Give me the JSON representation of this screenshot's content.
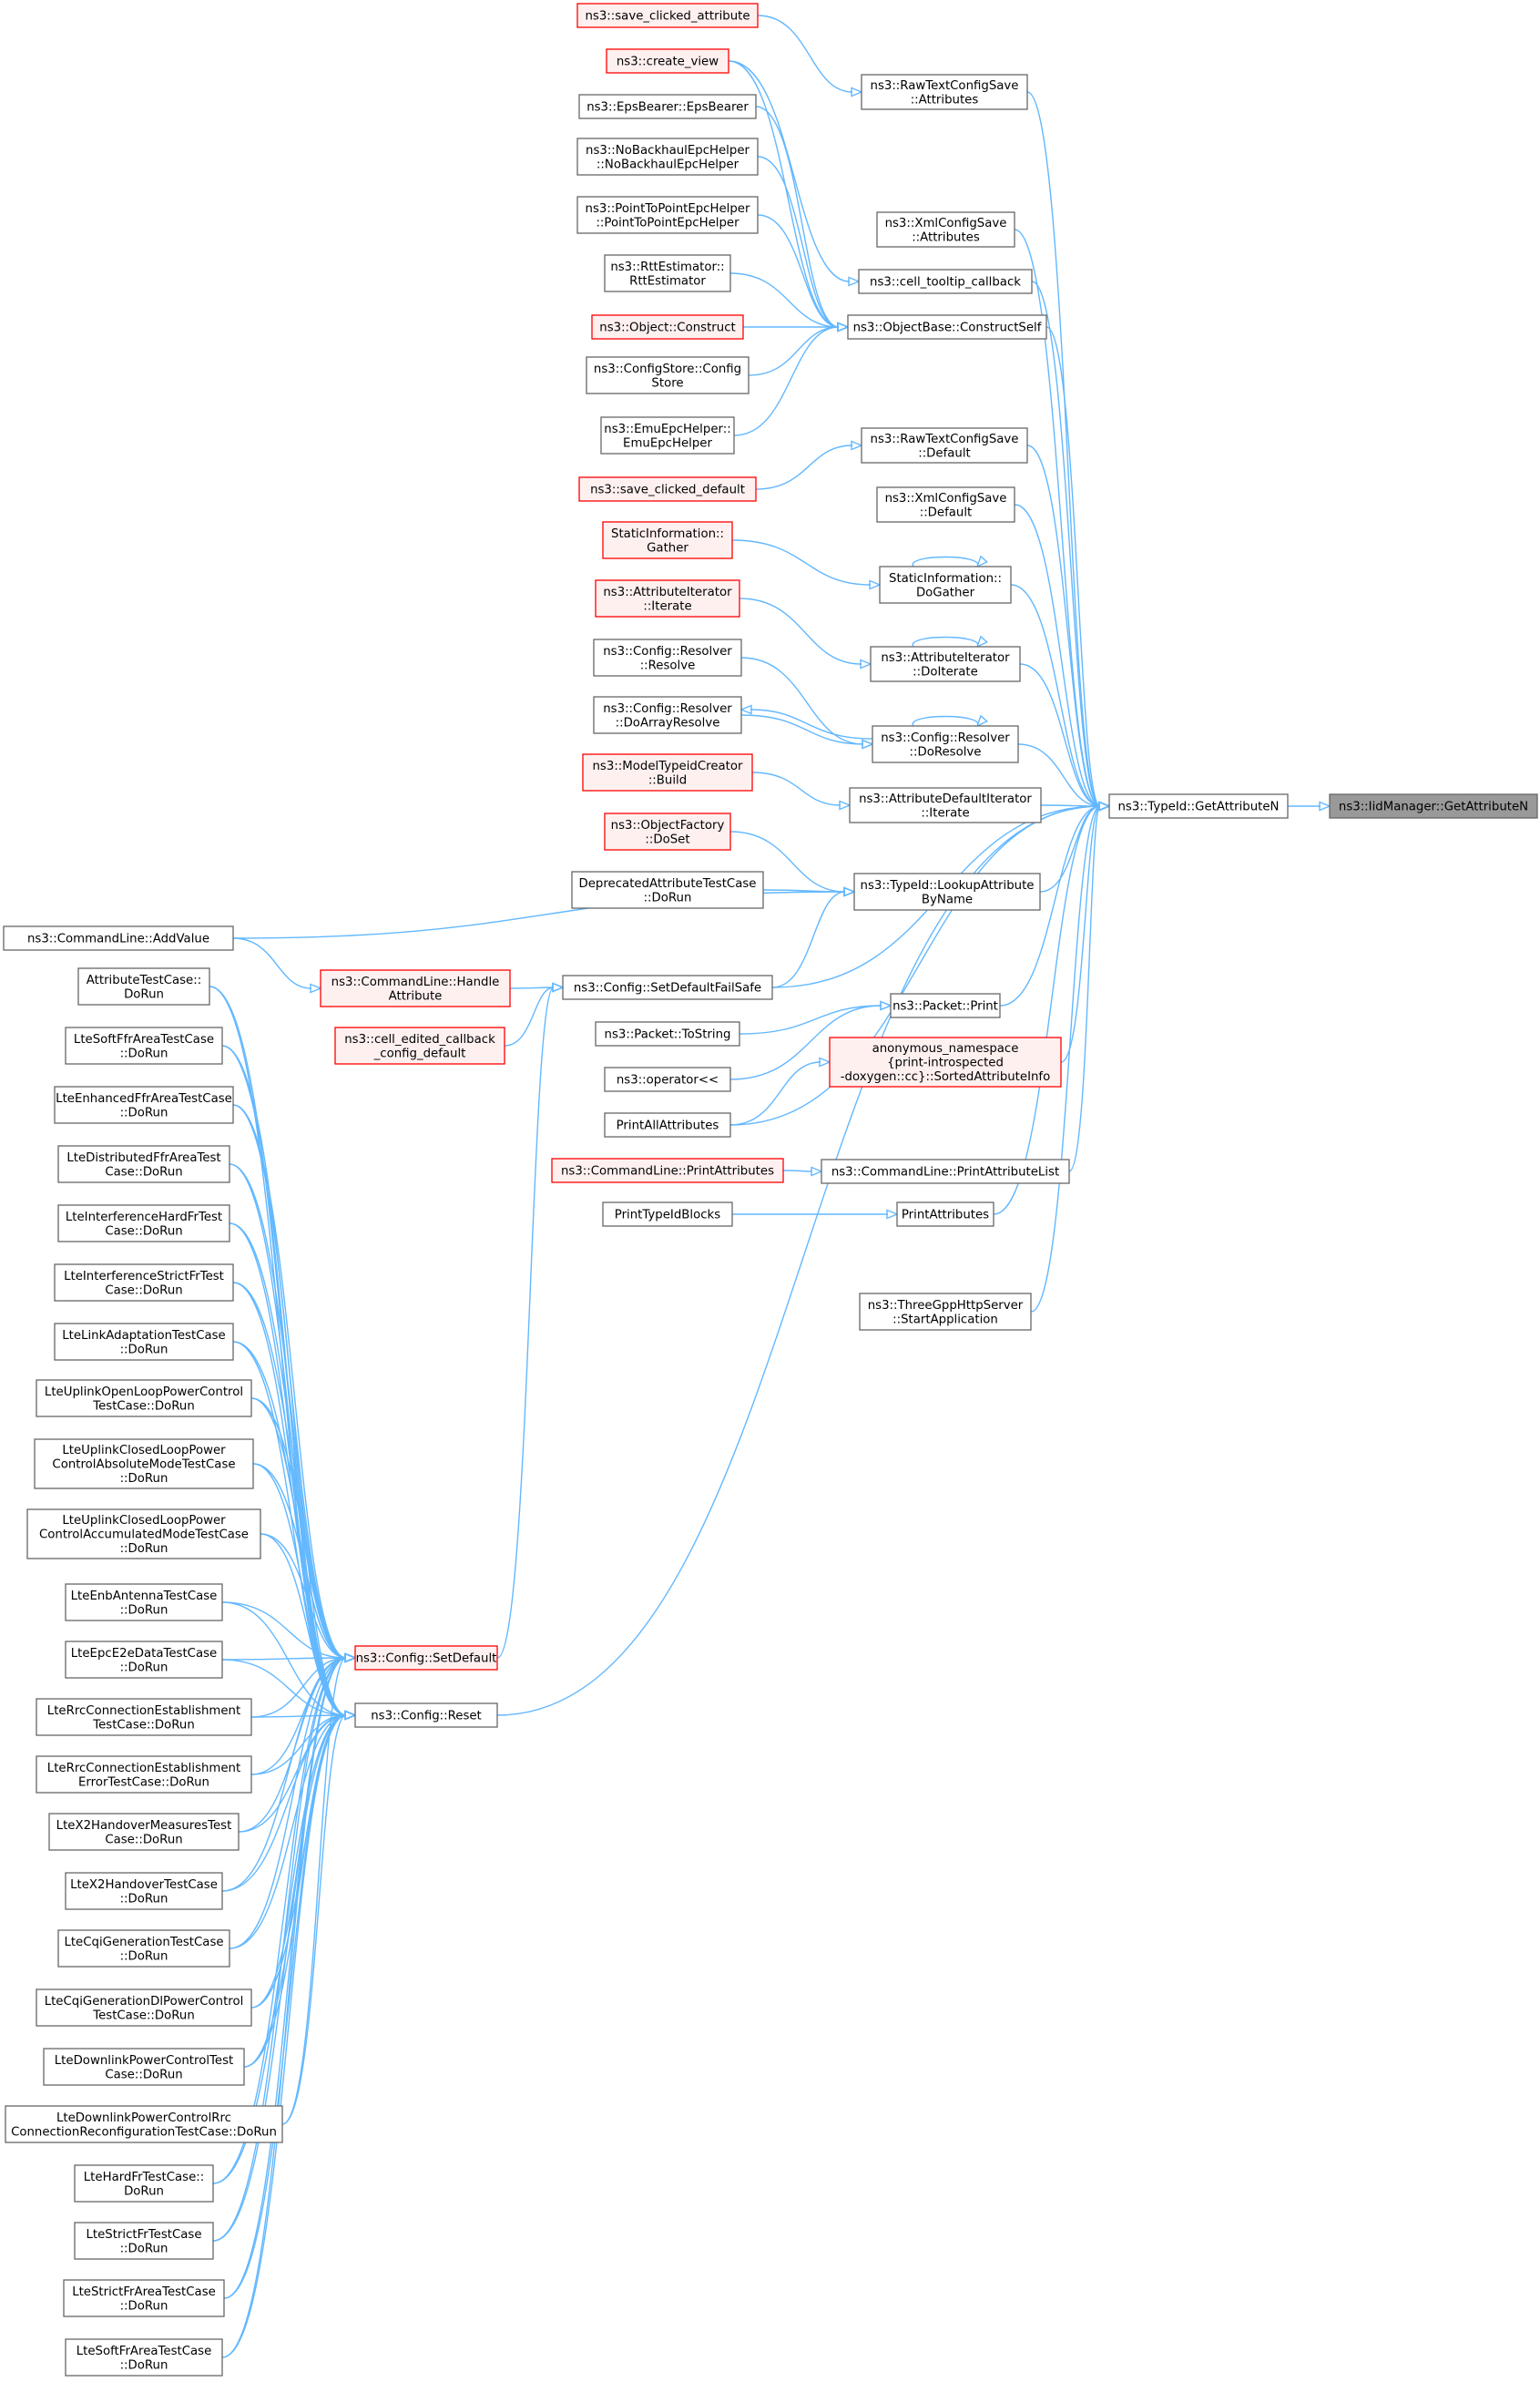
{
  "colors": {
    "edge": "#63b8ff",
    "normal_fill": "#ffffff",
    "normal_border": "#666666",
    "truncated_fill": "#fff0f0",
    "truncated_border": "#ff0000",
    "root_fill": "#999999"
  },
  "nodes": [
    {
      "id": "root",
      "lines": [
        "ns3::IidManager::GetAttributeN"
      ],
      "style": "root"
    },
    {
      "id": "getAttrN",
      "lines": [
        "ns3::TypeId::GetAttributeN"
      ],
      "style": "normal"
    },
    {
      "id": "rawAttr",
      "lines": [
        "ns3::RawTextConfigSave",
        "::Attributes"
      ],
      "style": "normal"
    },
    {
      "id": "xmlAttr",
      "lines": [
        "ns3::XmlConfigSave",
        "::Attributes"
      ],
      "style": "normal"
    },
    {
      "id": "cellTip",
      "lines": [
        "ns3::cell_tooltip_callback"
      ],
      "style": "normal"
    },
    {
      "id": "constructSelf",
      "lines": [
        "ns3::ObjectBase::ConstructSelf"
      ],
      "style": "normal"
    },
    {
      "id": "rawDef",
      "lines": [
        "ns3::RawTextConfigSave",
        "::Default"
      ],
      "style": "normal"
    },
    {
      "id": "xmlDef",
      "lines": [
        "ns3::XmlConfigSave",
        "::Default"
      ],
      "style": "normal"
    },
    {
      "id": "doGather",
      "lines": [
        "StaticInformation::",
        "DoGather"
      ],
      "style": "normal"
    },
    {
      "id": "doIterate",
      "lines": [
        "ns3::AttributeIterator",
        "::DoIterate"
      ],
      "style": "normal"
    },
    {
      "id": "doResolve",
      "lines": [
        "ns3::Config::Resolver",
        "::DoResolve"
      ],
      "style": "normal"
    },
    {
      "id": "adIterate",
      "lines": [
        "ns3::AttributeDefaultIterator",
        "::Iterate"
      ],
      "style": "normal"
    },
    {
      "id": "lookupAttr",
      "lines": [
        "ns3::TypeId::LookupAttribute",
        "ByName"
      ],
      "style": "normal"
    },
    {
      "id": "setDefFailSafe",
      "lines": [
        "ns3::Config::SetDefaultFailSafe"
      ],
      "style": "normal"
    },
    {
      "id": "packetPrint",
      "lines": [
        "ns3::Packet::Print"
      ],
      "style": "normal"
    },
    {
      "id": "sortedAttr",
      "lines": [
        "anonymous_namespace",
        "{print-introspected",
        "-doxygen::cc}::SortedAttributeInfo"
      ],
      "style": "red"
    },
    {
      "id": "printAttrList",
      "lines": [
        "ns3::CommandLine::PrintAttributeList"
      ],
      "style": "normal"
    },
    {
      "id": "printAttributes",
      "lines": [
        "PrintAttributes"
      ],
      "style": "normal"
    },
    {
      "id": "threeGpp",
      "lines": [
        "ns3::ThreeGppHttpServer",
        "::StartApplication"
      ],
      "style": "normal"
    },
    {
      "id": "saveClickedAttr",
      "lines": [
        "ns3::save_clicked_attribute"
      ],
      "style": "red"
    },
    {
      "id": "createView",
      "lines": [
        "ns3::create_view"
      ],
      "style": "red"
    },
    {
      "id": "epsBearer",
      "lines": [
        "ns3::EpsBearer::EpsBearer"
      ],
      "style": "normal"
    },
    {
      "id": "noBackhaul",
      "lines": [
        "ns3::NoBackhaulEpcHelper",
        "::NoBackhaulEpcHelper"
      ],
      "style": "normal"
    },
    {
      "id": "p2pEpc",
      "lines": [
        "ns3::PointToPointEpcHelper",
        "::PointToPointEpcHelper"
      ],
      "style": "normal"
    },
    {
      "id": "rttEst",
      "lines": [
        "ns3::RttEstimator::",
        "RttEstimator"
      ],
      "style": "normal"
    },
    {
      "id": "objConstruct",
      "lines": [
        "ns3::Object::Construct"
      ],
      "style": "red"
    },
    {
      "id": "configStore",
      "lines": [
        "ns3::ConfigStore::Config",
        "Store"
      ],
      "style": "normal"
    },
    {
      "id": "emuEpc",
      "lines": [
        "ns3::EmuEpcHelper::",
        "EmuEpcHelper"
      ],
      "style": "normal"
    },
    {
      "id": "saveClickedDef",
      "lines": [
        "ns3::save_clicked_default"
      ],
      "style": "red"
    },
    {
      "id": "gather",
      "lines": [
        "StaticInformation::",
        "Gather"
      ],
      "style": "red"
    },
    {
      "id": "attrIterate",
      "lines": [
        "ns3::AttributeIterator",
        "::Iterate"
      ],
      "style": "red"
    },
    {
      "id": "resolverResolve",
      "lines": [
        "ns3::Config::Resolver",
        "::Resolve"
      ],
      "style": "normal"
    },
    {
      "id": "doArrayResolve",
      "lines": [
        "ns3::Config::Resolver",
        "::DoArrayResolve"
      ],
      "style": "normal"
    },
    {
      "id": "modelTypeid",
      "lines": [
        "ns3::ModelTypeidCreator",
        "::Build"
      ],
      "style": "red"
    },
    {
      "id": "objFactory",
      "lines": [
        "ns3::ObjectFactory",
        "::DoSet"
      ],
      "style": "red"
    },
    {
      "id": "deprecatedTest",
      "lines": [
        "DeprecatedAttributeTestCase",
        "::DoRun"
      ],
      "style": "normal"
    },
    {
      "id": "cmdAddValue",
      "lines": [
        "ns3::CommandLine::AddValue"
      ],
      "style": "normal"
    },
    {
      "id": "cmdHandle",
      "lines": [
        "ns3::CommandLine::Handle",
        "Attribute"
      ],
      "style": "red"
    },
    {
      "id": "cellEdited",
      "lines": [
        "ns3::cell_edited_callback",
        "_config_default"
      ],
      "style": "red"
    },
    {
      "id": "packetToString",
      "lines": [
        "ns3::Packet::ToString"
      ],
      "style": "normal"
    },
    {
      "id": "operatorLL",
      "lines": [
        "ns3::operator<<"
      ],
      "style": "normal"
    },
    {
      "id": "printAllAttrs",
      "lines": [
        "PrintAllAttributes"
      ],
      "style": "normal"
    },
    {
      "id": "cmdPrintAttrs",
      "lines": [
        "ns3::CommandLine::PrintAttributes"
      ],
      "style": "red"
    },
    {
      "id": "printTypeId",
      "lines": [
        "PrintTypeIdBlocks"
      ],
      "style": "normal"
    },
    {
      "id": "setDefault",
      "lines": [
        "ns3::Config::SetDefault"
      ],
      "style": "red"
    },
    {
      "id": "configReset",
      "lines": [
        "ns3::Config::Reset"
      ],
      "style": "normal"
    },
    {
      "id": "t1",
      "lines": [
        "AttributeTestCase::",
        "DoRun"
      ],
      "style": "normal"
    },
    {
      "id": "t2",
      "lines": [
        "LteSoftFfrAreaTestCase",
        "::DoRun"
      ],
      "style": "normal"
    },
    {
      "id": "t3",
      "lines": [
        "LteEnhancedFfrAreaTestCase",
        "::DoRun"
      ],
      "style": "normal"
    },
    {
      "id": "t4",
      "lines": [
        "LteDistributedFfrAreaTest",
        "Case::DoRun"
      ],
      "style": "normal"
    },
    {
      "id": "t5",
      "lines": [
        "LteInterferenceHardFrTest",
        "Case::DoRun"
      ],
      "style": "normal"
    },
    {
      "id": "t6",
      "lines": [
        "LteInterferenceStrictFrTest",
        "Case::DoRun"
      ],
      "style": "normal"
    },
    {
      "id": "t7",
      "lines": [
        "LteLinkAdaptationTestCase",
        "::DoRun"
      ],
      "style": "normal"
    },
    {
      "id": "t8",
      "lines": [
        "LteUplinkOpenLoopPowerControl",
        "TestCase::DoRun"
      ],
      "style": "normal"
    },
    {
      "id": "t9",
      "lines": [
        "LteUplinkClosedLoopPower",
        "ControlAbsoluteModeTestCase",
        "::DoRun"
      ],
      "style": "normal"
    },
    {
      "id": "t10",
      "lines": [
        "LteUplinkClosedLoopPower",
        "ControlAccumulatedModeTestCase",
        "::DoRun"
      ],
      "style": "normal"
    },
    {
      "id": "t11",
      "lines": [
        "LteEnbAntennaTestCase",
        "::DoRun"
      ],
      "style": "normal"
    },
    {
      "id": "t12",
      "lines": [
        "LteEpcE2eDataTestCase",
        "::DoRun"
      ],
      "style": "normal"
    },
    {
      "id": "t13",
      "lines": [
        "LteRrcConnectionEstablishment",
        "TestCase::DoRun"
      ],
      "style": "normal"
    },
    {
      "id": "t14",
      "lines": [
        "LteRrcConnectionEstablishment",
        "ErrorTestCase::DoRun"
      ],
      "style": "normal"
    },
    {
      "id": "t15",
      "lines": [
        "LteX2HandoverMeasuresTest",
        "Case::DoRun"
      ],
      "style": "normal"
    },
    {
      "id": "t16",
      "lines": [
        "LteX2HandoverTestCase",
        "::DoRun"
      ],
      "style": "normal"
    },
    {
      "id": "t17",
      "lines": [
        "LteCqiGenerationTestCase",
        "::DoRun"
      ],
      "style": "normal"
    },
    {
      "id": "t18",
      "lines": [
        "LteCqiGenerationDlPowerControl",
        "TestCase::DoRun"
      ],
      "style": "normal"
    },
    {
      "id": "t19",
      "lines": [
        "LteDownlinkPowerControlTest",
        "Case::DoRun"
      ],
      "style": "normal"
    },
    {
      "id": "t20",
      "lines": [
        "LteDownlinkPowerControlRrc",
        "ConnectionReconfigurationTestCase::DoRun"
      ],
      "style": "normal"
    },
    {
      "id": "t21",
      "lines": [
        "LteHardFrTestCase::",
        "DoRun"
      ],
      "style": "normal"
    },
    {
      "id": "t22",
      "lines": [
        "LteStrictFrTestCase",
        "::DoRun"
      ],
      "style": "normal"
    },
    {
      "id": "t23",
      "lines": [
        "LteStrictFrAreaTestCase",
        "::DoRun"
      ],
      "style": "normal"
    },
    {
      "id": "t24",
      "lines": [
        "LteSoftFrAreaTestCase",
        "::DoRun"
      ],
      "style": "normal"
    }
  ],
  "edges": [
    [
      "getAttrN",
      "root"
    ],
    [
      "rawAttr",
      "getAttrN"
    ],
    [
      "xmlAttr",
      "getAttrN"
    ],
    [
      "cellTip",
      "getAttrN"
    ],
    [
      "constructSelf",
      "getAttrN"
    ],
    [
      "rawDef",
      "getAttrN"
    ],
    [
      "xmlDef",
      "getAttrN"
    ],
    [
      "doGather",
      "getAttrN"
    ],
    [
      "doIterate",
      "getAttrN"
    ],
    [
      "doResolve",
      "getAttrN"
    ],
    [
      "adIterate",
      "getAttrN"
    ],
    [
      "lookupAttr",
      "getAttrN"
    ],
    [
      "setDefFailSafe",
      "getAttrN"
    ],
    [
      "packetPrint",
      "getAttrN"
    ],
    [
      "sortedAttr",
      "getAttrN"
    ],
    [
      "printAllAttrs",
      "getAttrN"
    ],
    [
      "printAttrList",
      "getAttrN"
    ],
    [
      "printAttributes",
      "getAttrN"
    ],
    [
      "threeGpp",
      "getAttrN"
    ],
    [
      "configReset",
      "getAttrN"
    ],
    [
      "saveClickedAttr",
      "rawAttr"
    ],
    [
      "createView",
      "cellTip"
    ],
    [
      "createView",
      "constructSelf"
    ],
    [
      "epsBearer",
      "constructSelf"
    ],
    [
      "noBackhaul",
      "constructSelf"
    ],
    [
      "p2pEpc",
      "constructSelf"
    ],
    [
      "rttEst",
      "constructSelf"
    ],
    [
      "objConstruct",
      "constructSelf"
    ],
    [
      "configStore",
      "constructSelf"
    ],
    [
      "emuEpc",
      "constructSelf"
    ],
    [
      "saveClickedDef",
      "rawDef"
    ],
    [
      "gather",
      "doGather"
    ],
    [
      "doGather",
      "doGather"
    ],
    [
      "attrIterate",
      "doIterate"
    ],
    [
      "doIterate",
      "doIterate"
    ],
    [
      "resolverResolve",
      "doResolve"
    ],
    [
      "doArrayResolve",
      "doResolve"
    ],
    [
      "doResolve",
      "doArrayResolve"
    ],
    [
      "doResolve",
      "doResolve"
    ],
    [
      "modelTypeid",
      "adIterate"
    ],
    [
      "objFactory",
      "lookupAttr"
    ],
    [
      "deprecatedTest",
      "lookupAttr"
    ],
    [
      "cmdAddValue",
      "lookupAttr"
    ],
    [
      "setDefFailSafe",
      "lookupAttr"
    ],
    [
      "cmdAddValue",
      "cmdHandle"
    ],
    [
      "cmdHandle",
      "setDefFailSafe"
    ],
    [
      "cellEdited",
      "setDefFailSafe"
    ],
    [
      "setDefault",
      "setDefFailSafe"
    ],
    [
      "packetToString",
      "packetPrint"
    ],
    [
      "operatorLL",
      "packetPrint"
    ],
    [
      "printAllAttrs",
      "sortedAttr"
    ],
    [
      "cmdPrintAttrs",
      "printAttrList"
    ],
    [
      "printTypeId",
      "printAttributes"
    ],
    [
      "t1",
      "setDefault"
    ],
    [
      "t2",
      "setDefault"
    ],
    [
      "t3",
      "setDefault"
    ],
    [
      "t4",
      "setDefault"
    ],
    [
      "t5",
      "setDefault"
    ],
    [
      "t6",
      "setDefault"
    ],
    [
      "t7",
      "setDefault"
    ],
    [
      "t8",
      "setDefault"
    ],
    [
      "t9",
      "setDefault"
    ],
    [
      "t10",
      "setDefault"
    ],
    [
      "t11",
      "setDefault"
    ],
    [
      "t12",
      "setDefault"
    ],
    [
      "t13",
      "setDefault"
    ],
    [
      "t14",
      "setDefault"
    ],
    [
      "t15",
      "setDefault"
    ],
    [
      "t16",
      "setDefault"
    ],
    [
      "t17",
      "setDefault"
    ],
    [
      "t18",
      "setDefault"
    ],
    [
      "t19",
      "setDefault"
    ],
    [
      "t20",
      "setDefault"
    ],
    [
      "t21",
      "setDefault"
    ],
    [
      "t22",
      "setDefault"
    ],
    [
      "t23",
      "setDefault"
    ],
    [
      "t24",
      "setDefault"
    ],
    [
      "t1",
      "configReset"
    ],
    [
      "t2",
      "configReset"
    ],
    [
      "t3",
      "configReset"
    ],
    [
      "t4",
      "configReset"
    ],
    [
      "t5",
      "configReset"
    ],
    [
      "t6",
      "configReset"
    ],
    [
      "t7",
      "configReset"
    ],
    [
      "t8",
      "configReset"
    ],
    [
      "t9",
      "configReset"
    ],
    [
      "t10",
      "configReset"
    ],
    [
      "t11",
      "configReset"
    ],
    [
      "t12",
      "configReset"
    ],
    [
      "t13",
      "configReset"
    ],
    [
      "t14",
      "configReset"
    ],
    [
      "t15",
      "configReset"
    ],
    [
      "t16",
      "configReset"
    ],
    [
      "t17",
      "configReset"
    ],
    [
      "t18",
      "configReset"
    ],
    [
      "t19",
      "configReset"
    ],
    [
      "t20",
      "configReset"
    ],
    [
      "t21",
      "configReset"
    ],
    [
      "t22",
      "configReset"
    ],
    [
      "t23",
      "configReset"
    ],
    [
      "t24",
      "configReset"
    ]
  ]
}
